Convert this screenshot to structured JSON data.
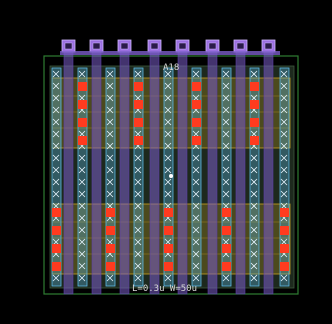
{
  "cell": {
    "instance_label": "A18",
    "param_label": "L=0.3u W=50u"
  },
  "colors": {
    "background": "#000000",
    "boundary": "#2e7d32",
    "active_fill": "#2a3a2a",
    "poly": "#7a5cc8",
    "poly_dark": "#5b3fa6",
    "metal1": "#5cb8e6",
    "metal2": "#c8a020",
    "contact": "#ff3b1f",
    "pad": "#9b6fe0",
    "text": "#d9d9d9"
  },
  "layers": [
    "boundary",
    "active",
    "poly",
    "metal1",
    "metal2",
    "contact",
    "via",
    "pad"
  ]
}
